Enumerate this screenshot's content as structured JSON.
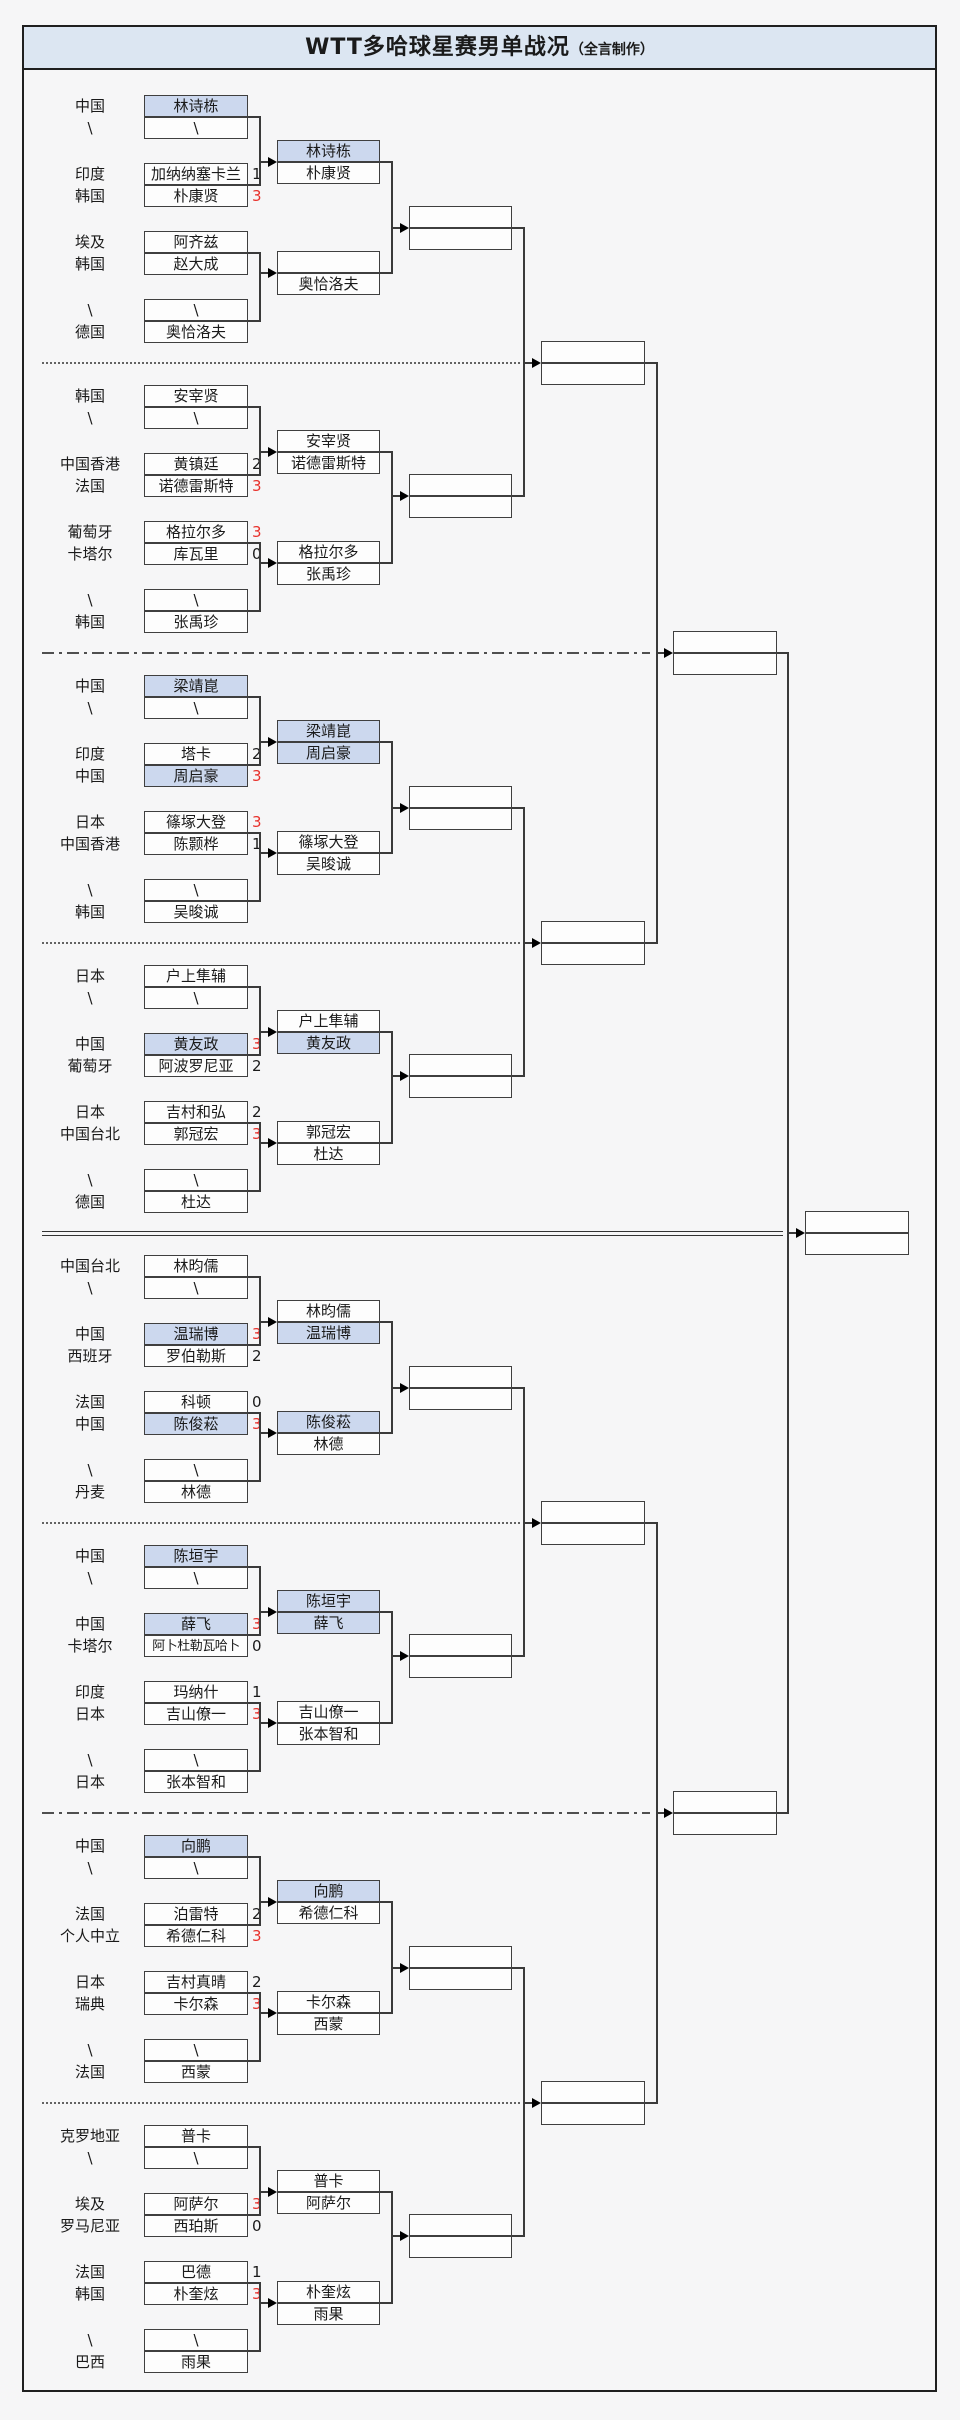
{
  "title": {
    "main": "WTT多哈球星赛男单战况",
    "credit": "（全言制作）"
  },
  "colors": {
    "background": "#f6f6f7",
    "title_band": "#dce6f2",
    "highlight_blue": "#ccd8ee",
    "box_border": "#3f3f3f",
    "connector": "#3a3a3a",
    "winning_score_red": "#e8322c",
    "text": "#1a1a1a"
  },
  "bracket": {
    "sections": [
      {
        "rows": [
          {
            "label": "中国",
            "name": "林诗栋",
            "hl": true
          },
          {
            "label": "\\",
            "name": "\\"
          },
          {
            "label": "印度",
            "name": "加纳纳塞卡兰",
            "score": "1"
          },
          {
            "label": "韩国",
            "name": "朴康贤",
            "score": "3",
            "win": true
          },
          {
            "label": "埃及",
            "name": "阿齐兹"
          },
          {
            "label": "韩国",
            "name": "赵大成"
          },
          {
            "label": "\\",
            "name": "\\"
          },
          {
            "label": "德国",
            "name": "奥恰洛夫"
          }
        ],
        "round2": [
          [
            {
              "name": "林诗栋",
              "hl": true
            },
            {
              "name": "朴康贤"
            }
          ],
          [
            {
              "name": ""
            },
            {
              "name": "奥恰洛夫"
            }
          ]
        ],
        "divider_after": "dotted"
      },
      {
        "rows": [
          {
            "label": "韩国",
            "name": "安宰贤"
          },
          {
            "label": "\\",
            "name": "\\"
          },
          {
            "label": "中国香港",
            "name": "黄镇廷",
            "score": "2"
          },
          {
            "label": "法国",
            "name": "诺德雷斯特",
            "score": "3",
            "win": true
          },
          {
            "label": "葡萄牙",
            "name": "格拉尔多",
            "score": "3",
            "win": true
          },
          {
            "label": "卡塔尔",
            "name": "库瓦里",
            "score": "0"
          },
          {
            "label": "\\",
            "name": "\\"
          },
          {
            "label": "韩国",
            "name": "张禹珍"
          }
        ],
        "round2": [
          [
            {
              "name": "安宰贤"
            },
            {
              "name": "诺德雷斯特"
            }
          ],
          [
            {
              "name": "格拉尔多"
            },
            {
              "name": "张禹珍"
            }
          ]
        ],
        "divider_after": "dashdot"
      },
      {
        "rows": [
          {
            "label": "中国",
            "name": "梁靖崑",
            "hl": true
          },
          {
            "label": "\\",
            "name": "\\"
          },
          {
            "label": "印度",
            "name": "塔卡",
            "score": "2"
          },
          {
            "label": "中国",
            "name": "周启豪",
            "hl": true,
            "score": "3",
            "win": true
          },
          {
            "label": "日本",
            "name": "篠塚大登",
            "score": "3",
            "win": true
          },
          {
            "label": "中国香港",
            "name": "陈颢桦",
            "score": "1"
          },
          {
            "label": "\\",
            "name": "\\"
          },
          {
            "label": "韩国",
            "name": "吴晙诚"
          }
        ],
        "round2": [
          [
            {
              "name": "梁靖崑",
              "hl": true
            },
            {
              "name": "周启豪",
              "hl": true
            }
          ],
          [
            {
              "name": "篠塚大登"
            },
            {
              "name": "吴晙诚"
            }
          ]
        ],
        "divider_after": "dotted"
      },
      {
        "rows": [
          {
            "label": "日本",
            "name": "户上隼辅"
          },
          {
            "label": "\\",
            "name": "\\"
          },
          {
            "label": "中国",
            "name": "黄友政",
            "hl": true,
            "score": "3",
            "win": true
          },
          {
            "label": "葡萄牙",
            "name": "阿波罗尼亚",
            "score": "2"
          },
          {
            "label": "日本",
            "name": "吉村和弘",
            "score": "2"
          },
          {
            "label": "中国台北",
            "name": "郭冠宏",
            "score": "3",
            "win": true
          },
          {
            "label": "\\",
            "name": "\\"
          },
          {
            "label": "德国",
            "name": "杜达"
          }
        ],
        "round2": [
          [
            {
              "name": "户上隼辅"
            },
            {
              "name": "黄友政",
              "hl": true
            }
          ],
          [
            {
              "name": "郭冠宏"
            },
            {
              "name": "杜达"
            }
          ]
        ],
        "divider_after": "double"
      },
      {
        "rows": [
          {
            "label": "中国台北",
            "name": "林昀儒"
          },
          {
            "label": "\\",
            "name": "\\"
          },
          {
            "label": "中国",
            "name": "温瑞博",
            "hl": true,
            "score": "3",
            "win": true
          },
          {
            "label": "西班牙",
            "name": "罗伯勒斯",
            "score": "2"
          },
          {
            "label": "法国",
            "name": "科顿",
            "score": "0"
          },
          {
            "label": "中国",
            "name": "陈俊菘",
            "hl": true,
            "score": "3",
            "win": true
          },
          {
            "label": "\\",
            "name": "\\"
          },
          {
            "label": "丹麦",
            "name": "林德"
          }
        ],
        "round2": [
          [
            {
              "name": "林昀儒"
            },
            {
              "name": "温瑞博",
              "hl": true
            }
          ],
          [
            {
              "name": "陈俊菘",
              "hl": true
            },
            {
              "name": "林德"
            }
          ]
        ],
        "divider_after": "dotted"
      },
      {
        "rows": [
          {
            "label": "中国",
            "name": "陈垣宇",
            "hl": true
          },
          {
            "label": "\\",
            "name": "\\"
          },
          {
            "label": "中国",
            "name": "薛飞",
            "hl": true,
            "score": "3",
            "win": true
          },
          {
            "label": "卡塔尔",
            "name": "阿卜杜勒瓦哈卜",
            "score": "0"
          },
          {
            "label": "印度",
            "name": "玛纳什",
            "score": "1"
          },
          {
            "label": "日本",
            "name": "吉山僚一",
            "score": "3",
            "win": true
          },
          {
            "label": "\\",
            "name": "\\"
          },
          {
            "label": "日本",
            "name": "张本智和"
          }
        ],
        "round2": [
          [
            {
              "name": "陈垣宇",
              "hl": true
            },
            {
              "name": "薛飞",
              "hl": true
            }
          ],
          [
            {
              "name": "吉山僚一"
            },
            {
              "name": "张本智和"
            }
          ]
        ],
        "divider_after": "dashdot"
      },
      {
        "rows": [
          {
            "label": "中国",
            "name": "向鹏",
            "hl": true
          },
          {
            "label": "\\",
            "name": "\\"
          },
          {
            "label": "法国",
            "name": "泊雷特",
            "score": "2"
          },
          {
            "label": "个人中立",
            "name": "希德仁科",
            "score": "3",
            "win": true
          },
          {
            "label": "日本",
            "name": "吉村真晴",
            "score": "2"
          },
          {
            "label": "瑞典",
            "name": "卡尔森",
            "score": "3",
            "win": true
          },
          {
            "label": "\\",
            "name": "\\"
          },
          {
            "label": "法国",
            "name": "西蒙"
          }
        ],
        "round2": [
          [
            {
              "name": "向鹏",
              "hl": true
            },
            {
              "name": "希德仁科"
            }
          ],
          [
            {
              "name": "卡尔森"
            },
            {
              "name": "西蒙"
            }
          ]
        ],
        "divider_after": "dotted"
      },
      {
        "rows": [
          {
            "label": "克罗地亚",
            "name": "普卡"
          },
          {
            "label": "\\",
            "name": "\\"
          },
          {
            "label": "埃及",
            "name": "阿萨尔",
            "score": "3",
            "win": true
          },
          {
            "label": "罗马尼亚",
            "name": "西珀斯",
            "score": "0"
          },
          {
            "label": "法国",
            "name": "巴德",
            "score": "1"
          },
          {
            "label": "韩国",
            "name": "朴奎炫",
            "score": "3",
            "win": true
          },
          {
            "label": "\\",
            "name": "\\"
          },
          {
            "label": "巴西",
            "name": "雨果"
          }
        ],
        "round2": [
          [
            {
              "name": "普卡"
            },
            {
              "name": "阿萨尔"
            }
          ],
          [
            {
              "name": "朴奎炫"
            },
            {
              "name": "雨果"
            }
          ]
        ],
        "divider_after": null
      }
    ],
    "later_rounds": {
      "round_of_16_boxes": 8,
      "quarterfinal_boxes": 4,
      "semifinal_boxes": 2,
      "final_boxes": 1,
      "all_empty": true
    }
  }
}
